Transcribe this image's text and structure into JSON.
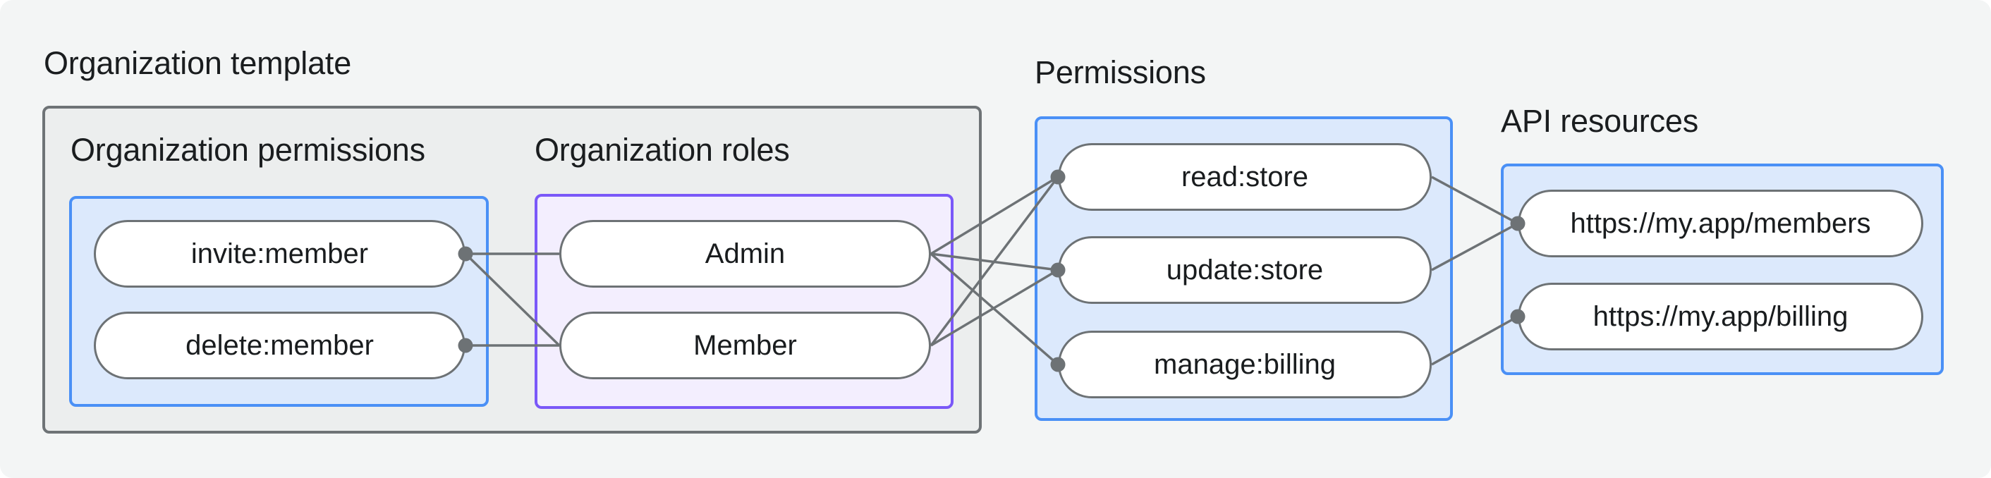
{
  "org_template": {
    "label": "Organization template",
    "permissions_group": {
      "heading": "Organization permissions",
      "items": [
        "invite:member",
        "delete:member"
      ]
    },
    "roles_group": {
      "heading": "Organization roles",
      "items": [
        "Admin",
        "Member"
      ]
    }
  },
  "permissions_group": {
    "heading": "Permissions",
    "items": [
      "read:store",
      "update:store",
      "manage:billing"
    ]
  },
  "api_resources_group": {
    "heading": "API resources",
    "items": [
      "https://my.app/members",
      "https://my.app/billing"
    ]
  },
  "edges": [
    {
      "from": "invite_member",
      "to": "admin"
    },
    {
      "from": "invite_member",
      "to": "member"
    },
    {
      "from": "delete_member",
      "to": "member"
    },
    {
      "from": "admin",
      "to": "read_store"
    },
    {
      "from": "admin",
      "to": "update_store"
    },
    {
      "from": "admin",
      "to": "manage_billing"
    },
    {
      "from": "member",
      "to": "read_store"
    },
    {
      "from": "member",
      "to": "update_store"
    },
    {
      "from": "read_store",
      "to": "api_members"
    },
    {
      "from": "update_store",
      "to": "api_members"
    },
    {
      "from": "manage_billing",
      "to": "api_billing"
    }
  ],
  "dot_nodes": [
    "invite_member",
    "delete_member",
    "read_store",
    "update_store",
    "manage_billing",
    "api_members",
    "api_billing"
  ],
  "colors": {
    "background": "#f3f5f5",
    "gray_box_fill": "#eceeee",
    "gray_box_border": "#6e7376",
    "blue_box_fill": "#dce9fc",
    "blue_box_border": "#4a90f6",
    "purple_box_fill": "#f3eefe",
    "purple_box_border": "#7a58f8",
    "connector": "#6d7275",
    "text": "#1a1d1f"
  }
}
